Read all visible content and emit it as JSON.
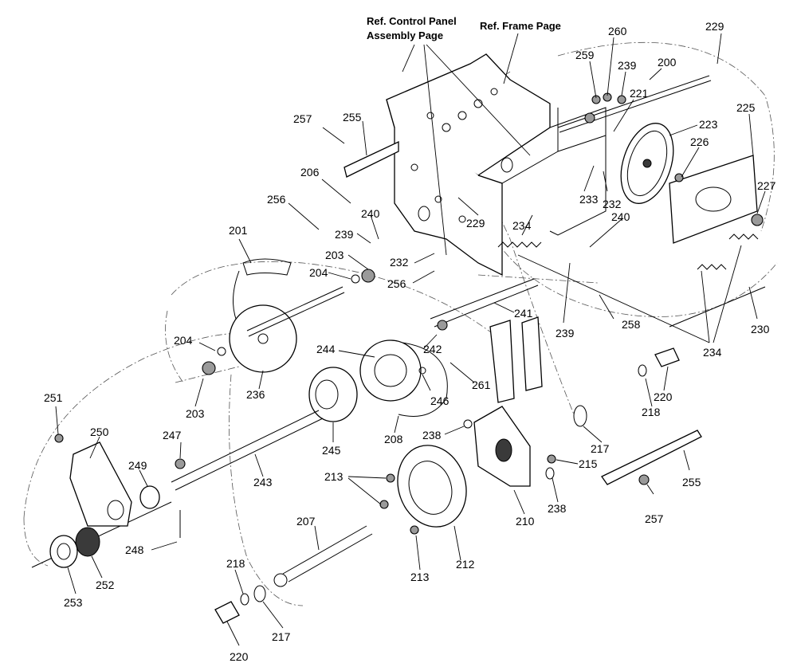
{
  "references": [
    {
      "id": "ref-control-panel-line1",
      "text": "Ref. Control Panel"
    },
    {
      "id": "ref-control-panel-line2",
      "text": "Assembly Page"
    },
    {
      "id": "ref-frame",
      "text": "Ref. Frame Page"
    }
  ],
  "part_numbers": {
    "p229a": "229",
    "p260": "260",
    "p259": "259",
    "p239a": "239",
    "p200": "200",
    "p221": "221",
    "p223": "223",
    "p225": "225",
    "p226": "226",
    "p227": "227",
    "p257a": "257",
    "p255a": "255",
    "p206": "206",
    "p256a": "256",
    "p240a": "240",
    "p229b": "229",
    "p233": "233",
    "p232a": "232",
    "p240b": "240",
    "p234a": "234",
    "p201": "201",
    "p239b": "239",
    "p203a": "203",
    "p232b": "232",
    "p204a": "204",
    "p256b": "256",
    "p241": "241",
    "p239c": "239",
    "p258": "258",
    "p230": "230",
    "p234b": "234",
    "p204b": "204",
    "p242": "242",
    "p244": "244",
    "p236": "236",
    "p203b": "203",
    "p261": "261",
    "p246": "246",
    "p220a": "220",
    "p218a": "218",
    "p251": "251",
    "p250": "250",
    "p247": "247",
    "p249": "249",
    "p245": "245",
    "p208": "208",
    "p238a": "238",
    "p217a": "217",
    "p215": "215",
    "p243": "243",
    "p213a": "213",
    "p255b": "255",
    "p257b": "257",
    "p238b": "238",
    "p210": "210",
    "p248": "248",
    "p207": "207",
    "p212": "212",
    "p253": "253",
    "p252": "252",
    "p213b": "213",
    "p218b": "218",
    "p217b": "217",
    "p220b": "220"
  }
}
